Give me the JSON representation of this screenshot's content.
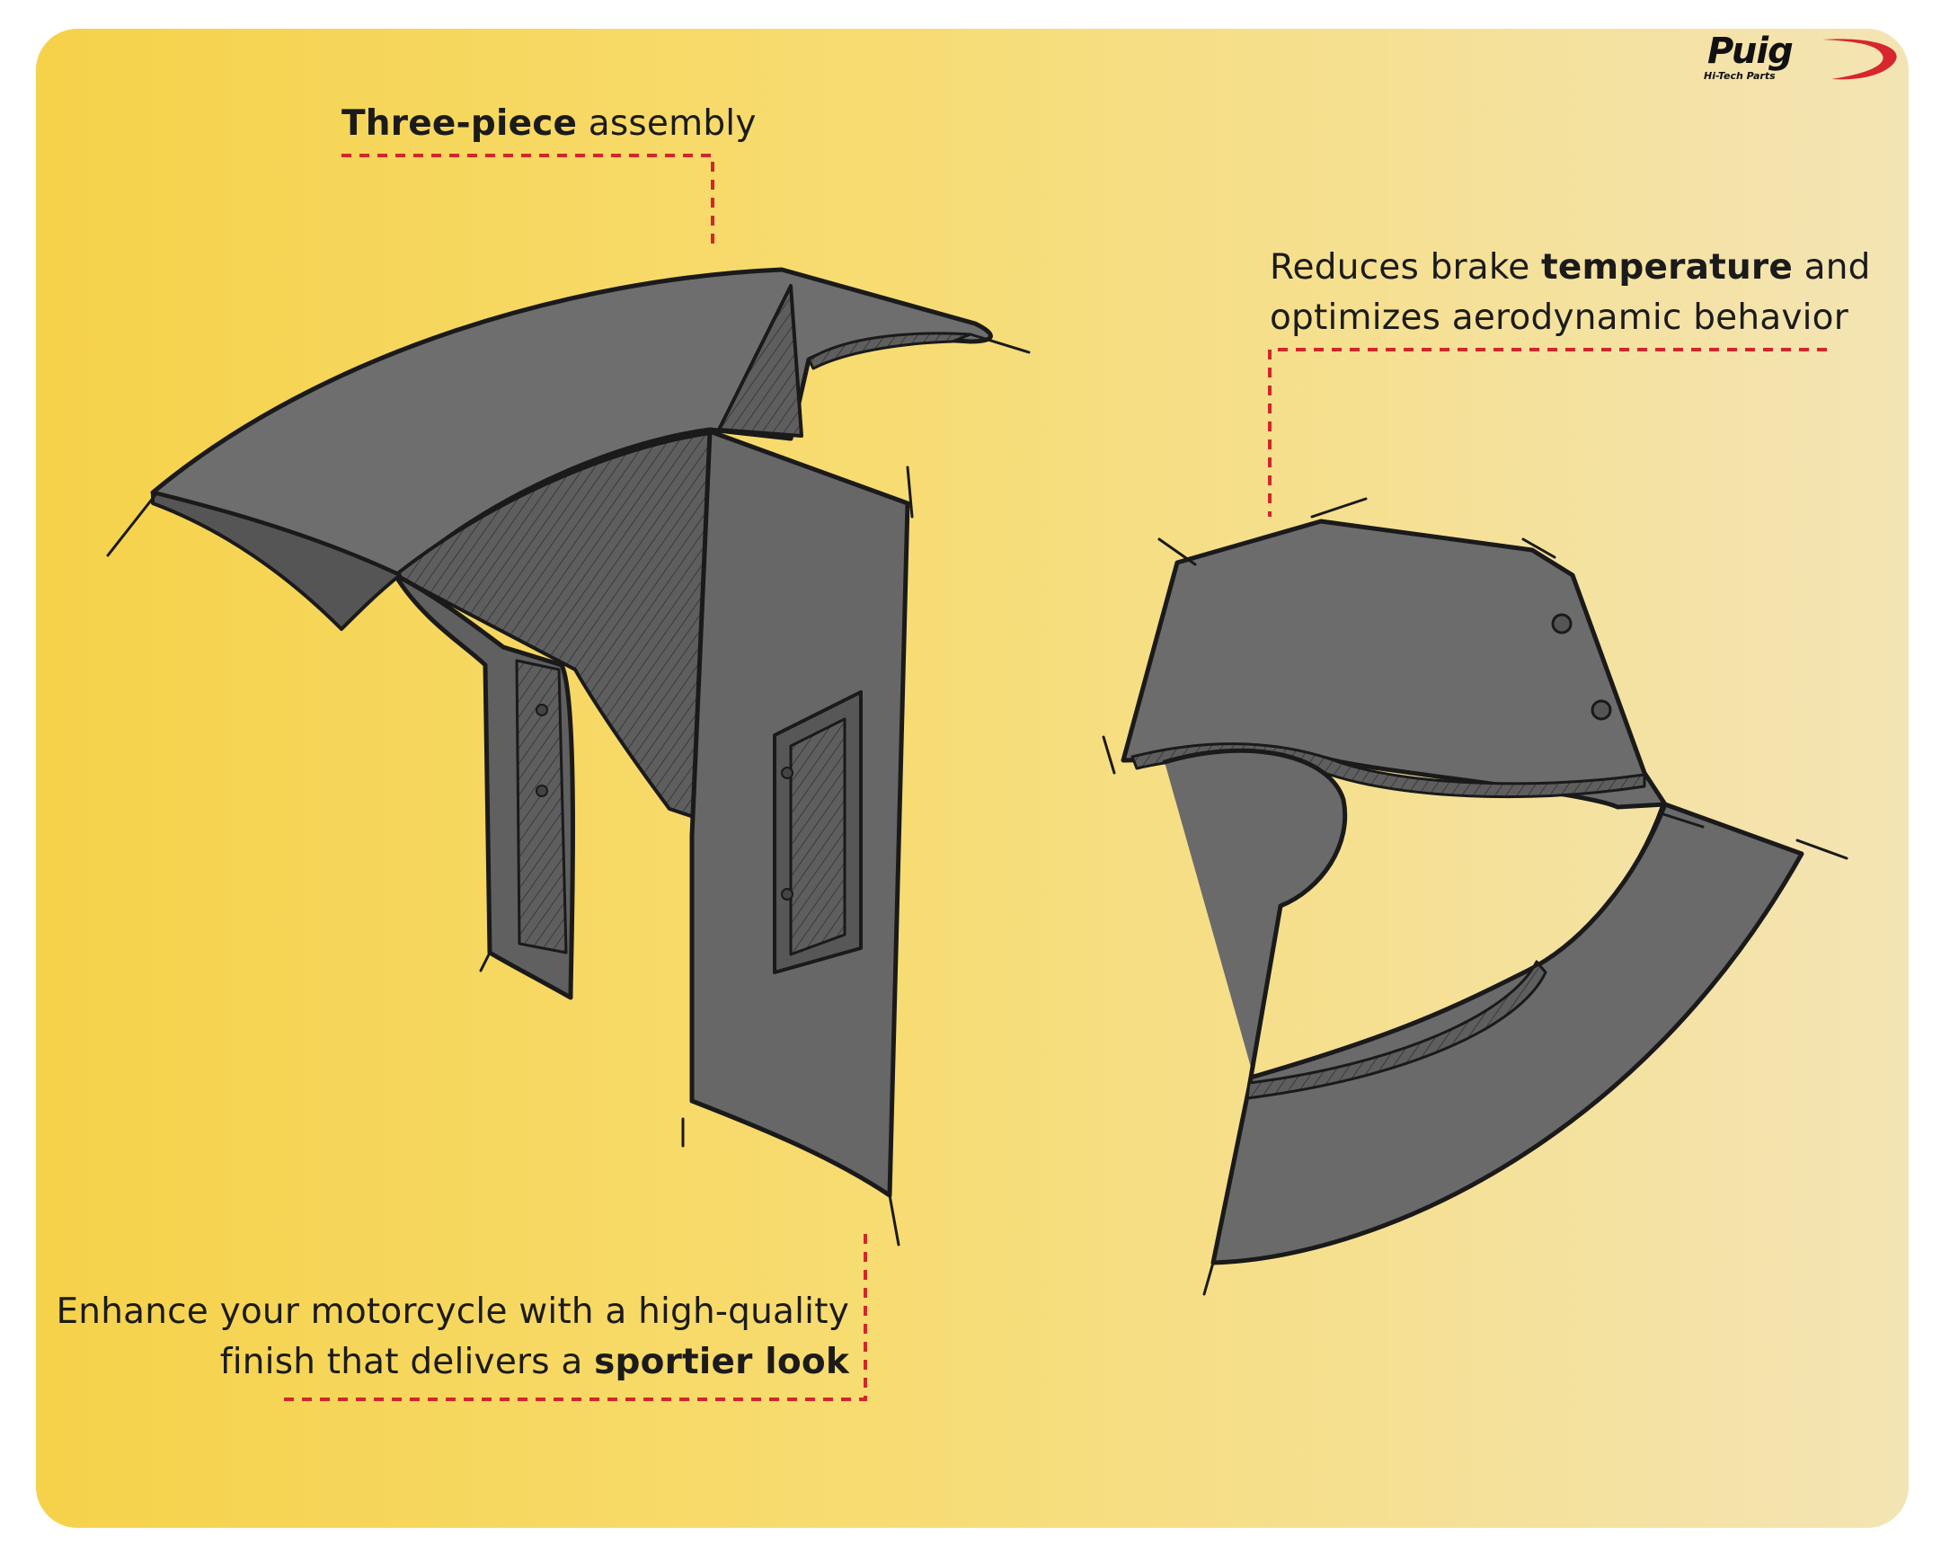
{
  "brand": {
    "logo_text": "Puig",
    "logo_tagline": "Hi-Tech Parts",
    "logo_accent": "#d7262d"
  },
  "callouts": [
    {
      "bold_prefix": "Three-piece",
      "text_after": " assembly"
    },
    {
      "line1_before": "Reduces brake ",
      "line1_bold": "temperature",
      "line1_after": " and",
      "line2": "optimizes aerodynamic behavior"
    },
    {
      "line1": "Enhance your motorcycle with a high-quality",
      "line2_before": "finish that delivers a ",
      "line2_bold": "sportier look"
    }
  ],
  "colors": {
    "background_left": "#f6d24a",
    "background_right": "#f3e4b4",
    "part_fill": "#6b6b6b",
    "part_dark": "#585858",
    "outline": "#1a1a1a",
    "dash_line": "#d2262b"
  },
  "icons": [
    "front-fender-sketch",
    "side-brake-cooling-panel-sketch"
  ]
}
